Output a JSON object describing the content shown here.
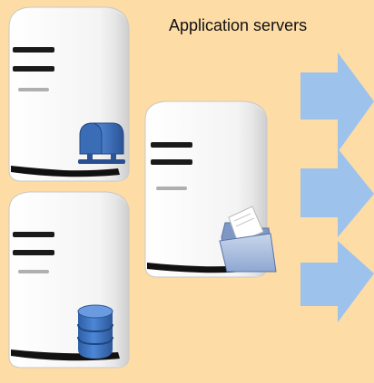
{
  "diagram": {
    "caption": "Application servers",
    "servers": [
      {
        "name": "mail-server",
        "badge_icon": "mailbox-icon"
      },
      {
        "name": "database-server",
        "badge_icon": "database-icon"
      },
      {
        "name": "file-server",
        "badge_icon": "folder-icon"
      }
    ],
    "arrow_count": 3,
    "colors": {
      "background": "#FDDCA6",
      "arrow": "#9DC3EC",
      "server_body": "#FBFBFB",
      "server_shade": "#D9D9D9",
      "slot": "#1A1A1A",
      "mailbox": "#3F6FB8",
      "database": "#3E79C8",
      "folder": "#AFC3E2"
    }
  }
}
